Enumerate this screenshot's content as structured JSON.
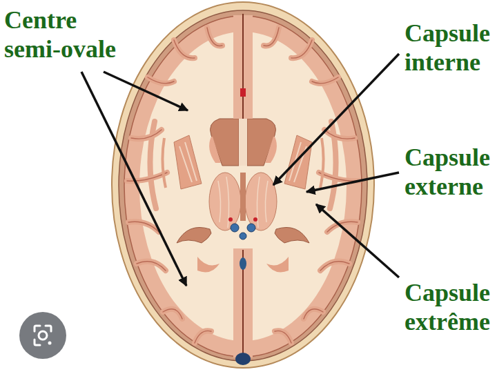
{
  "diagram": {
    "labels": [
      "Centre semi-ovale",
      "Capsule interne",
      "Capsule externe",
      "Capsule extrême"
    ]
  }
}
